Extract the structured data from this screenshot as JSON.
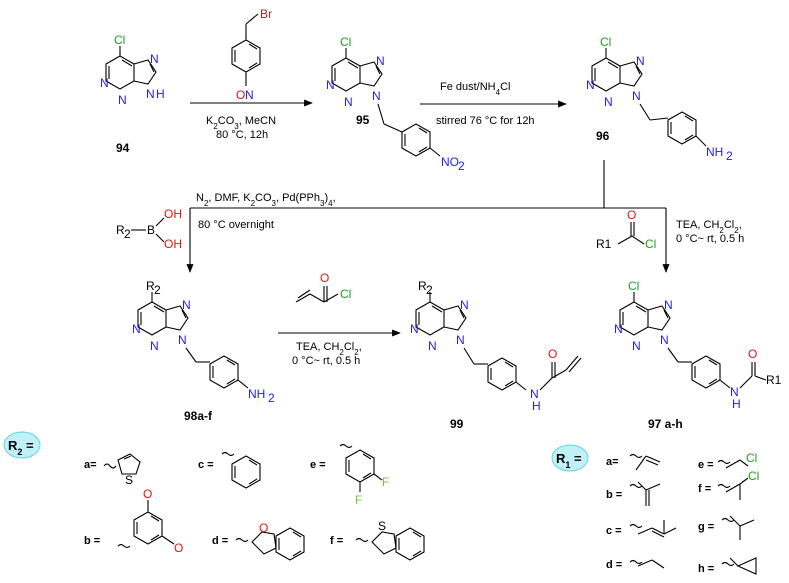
{
  "compounds": {
    "c94": "94",
    "c95": "95",
    "c96": "96",
    "c98": "98a-f",
    "c99": "99",
    "c97": "97 a-h"
  },
  "atoms": {
    "Cl": "Cl",
    "N": "N",
    "NH": "H",
    "NH2": "NH",
    "NH2sub": "2",
    "NO2": "NO",
    "NO2sub": "2",
    "O": "O",
    "Br": "Br",
    "OH": "OH",
    "B": "B",
    "R2": "R",
    "R2sub": "2",
    "R1": "R1",
    "S": "S",
    "F": "F",
    "H": "H"
  },
  "conditions": {
    "step1_a": "K2CO3, MeCN",
    "step1_a_parts": [
      "K",
      "2",
      "CO",
      "3",
      ", MeCN"
    ],
    "step1_b": "80 °C, 12h",
    "step2_a": "Fe dust/NH4Cl",
    "step2_a_parts": [
      "Fe dust/NH",
      "4",
      "Cl"
    ],
    "step2_b": "stirred 76 °C for 12h",
    "step3_a_parts": [
      "N",
      "2",
      ", DMF, K",
      "2",
      "CO",
      "3",
      ", Pd(PPh",
      "3",
      ")",
      "4",
      ","
    ],
    "step3_b": "80 °C overnight",
    "step4_a_parts": [
      "TEA, CH",
      "2",
      "Cl",
      "2",
      ","
    ],
    "step4_b": "0 °C~ rt, 0.5 h",
    "step5_a_parts": [
      "TEA, CH",
      "2",
      "Cl",
      "2",
      ","
    ],
    "step5_b": "0 °C~ rt, 0.5 h"
  },
  "legend_r2": {
    "label": "R",
    "sub": "2",
    "eq": " =",
    "items": {
      "a": "a=",
      "b": "b =",
      "c": "c =",
      "d": "d =",
      "e": "e =",
      "f": "f ="
    }
  },
  "legend_r1": {
    "label": "R",
    "sub": "1",
    "eq": " =",
    "items": {
      "a": "a=",
      "b": "b =",
      "c": "c =",
      "d": "d =",
      "e": "e =",
      "f": "f =",
      "g": "g =",
      "h": "h ="
    }
  },
  "colors": {
    "nitrogen": "#1f1fe0",
    "chlorine": "#1aa31a",
    "oxygen": "#e01515",
    "bromine": "#8b2c18",
    "fluorine": "#7fbf3a",
    "badge_fill": "#bff1f6",
    "badge_stroke": "#5fd3e3"
  }
}
